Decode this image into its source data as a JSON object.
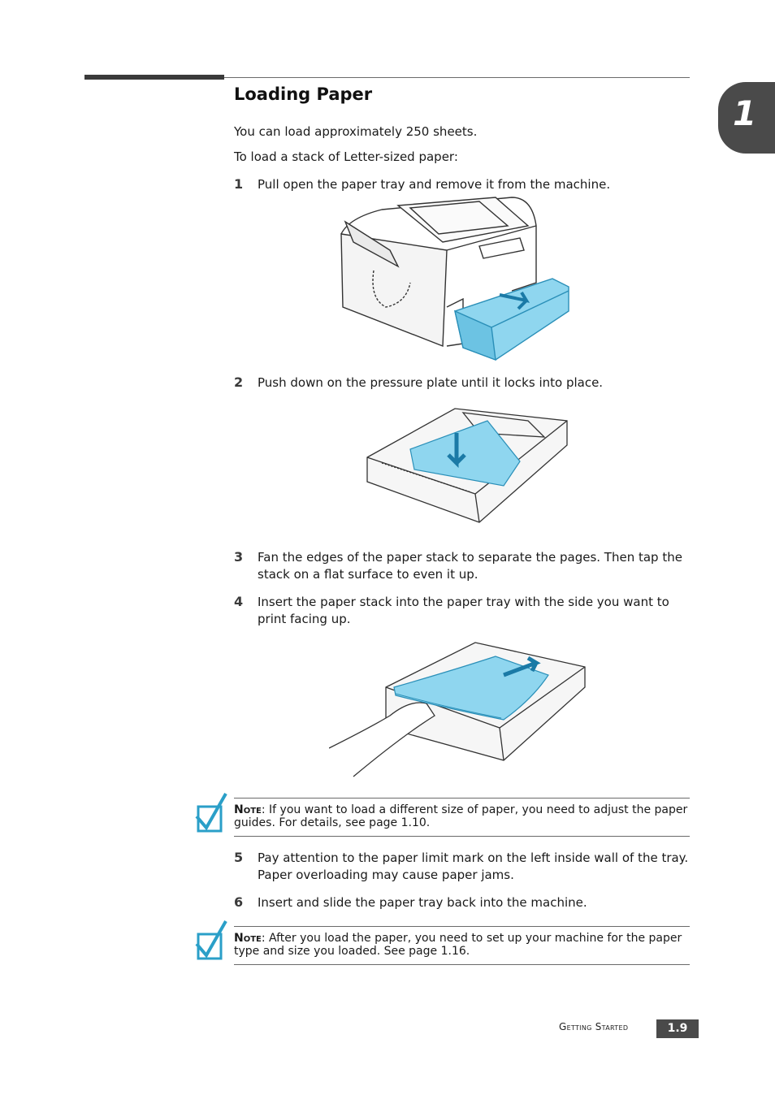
{
  "chapter": {
    "number": "1"
  },
  "section": {
    "title": "Loading Paper"
  },
  "intro": [
    "You can load approximately 250 sheets.",
    "To load a stack of Letter-sized paper:"
  ],
  "steps": [
    {
      "num": "1",
      "text": "Pull open the paper tray and remove it from the machine."
    },
    {
      "num": "2",
      "text": "Push down on the pressure plate until it locks into place."
    },
    {
      "num": "3",
      "text": "Fan the edges of the paper stack to separate the pages. Then tap the stack on a flat surface to even it up."
    },
    {
      "num": "4",
      "text": "Insert the paper stack into the paper tray with the side you want to print facing up."
    },
    {
      "num": "5",
      "text": "Pay attention to the paper limit mark on the left inside wall of the tray. Paper overloading may cause paper jams."
    },
    {
      "num": "6",
      "text": "Insert and slide the paper tray back into the machine."
    }
  ],
  "notes": [
    {
      "label": "Note",
      "text": ": If you want to load a different size of paper, you need to adjust the paper guides. For details, see page 1.10."
    },
    {
      "label": "Note",
      "text": ": After you load the paper, you need to set up your machine for the paper type and size you loaded. See page 1.16."
    }
  ],
  "footer": {
    "section": "Getting Started",
    "page": "1.9"
  },
  "colors": {
    "accent_blue": "#7fd0ec",
    "dark_gray": "#4a4a4a",
    "check_blue": "#2a9fc8"
  },
  "icons": [
    "checkmark-note-icon"
  ]
}
